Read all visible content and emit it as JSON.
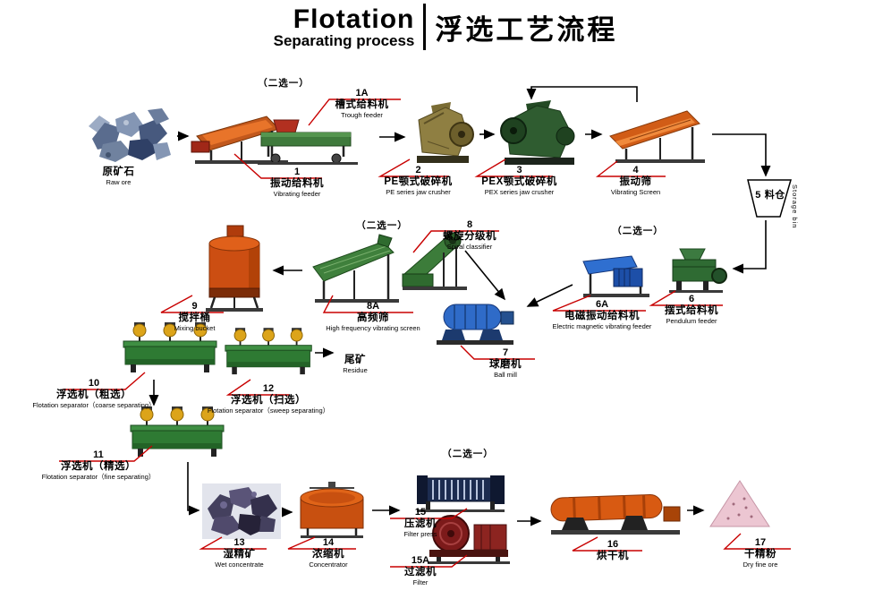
{
  "title": {
    "en_main": "Flotation",
    "en_sub": "Separating process",
    "zh": "浮选工艺流程"
  },
  "choose_one": "（二选一）",
  "colors": {
    "leader_red": "#c80000",
    "arrow_black": "#000000"
  },
  "nodes": [
    {
      "id": "raw-ore",
      "num": "",
      "zh": "原矿石",
      "en": "Raw ore"
    },
    {
      "id": "trough-feeder",
      "num": "1A",
      "zh": "槽式给料机",
      "en": "Trough feeder"
    },
    {
      "id": "vibrating-feeder",
      "num": "1",
      "zh": "振动给料机",
      "en": "Vibrating feeder"
    },
    {
      "id": "pe-jaw-crusher",
      "num": "2",
      "zh": "PE颚式破碎机",
      "en": "PE series jaw crusher"
    },
    {
      "id": "pex-jaw-crusher",
      "num": "3",
      "zh": "PEX颚式破碎机",
      "en": "PEX series jaw crusher"
    },
    {
      "id": "vibrating-screen",
      "num": "4",
      "zh": "振动筛",
      "en": "Vibrating Screen"
    },
    {
      "id": "storage-bin",
      "num": "5",
      "zh": "料仓",
      "en": "Storage bin"
    },
    {
      "id": "pendulum-feeder",
      "num": "6",
      "zh": "摆式给料机",
      "en": "Pendulum feeder"
    },
    {
      "id": "em-vibrating-feeder",
      "num": "6A",
      "zh": "电磁振动给料机",
      "en": "Electric magnetic vibrating feeder"
    },
    {
      "id": "ball-mill",
      "num": "7",
      "zh": "球磨机",
      "en": "Ball mill"
    },
    {
      "id": "spiral-classifier",
      "num": "8",
      "zh": "螺旋分级机",
      "en": "Spiral classifier"
    },
    {
      "id": "hf-vibrating-screen",
      "num": "8A",
      "zh": "高频筛",
      "en": "High frequency vibrating screen"
    },
    {
      "id": "mixing-bucket",
      "num": "9",
      "zh": "搅拌桶",
      "en": "Mixing bucket"
    },
    {
      "id": "flotation-coarse",
      "num": "10",
      "zh": "浮选机（粗选）",
      "en": "Flotation separator（coarse separating）"
    },
    {
      "id": "flotation-fine",
      "num": "11",
      "zh": "浮选机（精选）",
      "en": "Flotation separator（fine separating）"
    },
    {
      "id": "flotation-sweep",
      "num": "12",
      "zh": "浮选机（扫选）",
      "en": "Flotation separator（sweep separating）"
    },
    {
      "id": "residue",
      "num": "",
      "zh": "尾矿",
      "en": "Residue"
    },
    {
      "id": "wet-concentrate",
      "num": "13",
      "zh": "湿精矿",
      "en": "Wet concentrate"
    },
    {
      "id": "concentrator",
      "num": "14",
      "zh": "浓缩机",
      "en": "Concentrator"
    },
    {
      "id": "filter-press",
      "num": "15",
      "zh": "压滤机",
      "en": "Filter press"
    },
    {
      "id": "filter",
      "num": "15A",
      "zh": "过滤机",
      "en": "Filter"
    },
    {
      "id": "dryer",
      "num": "16",
      "zh": "烘干机",
      "en": ""
    },
    {
      "id": "dry-fine-ore",
      "num": "17",
      "zh": "干精粉",
      "en": "Dry fine ore"
    }
  ]
}
